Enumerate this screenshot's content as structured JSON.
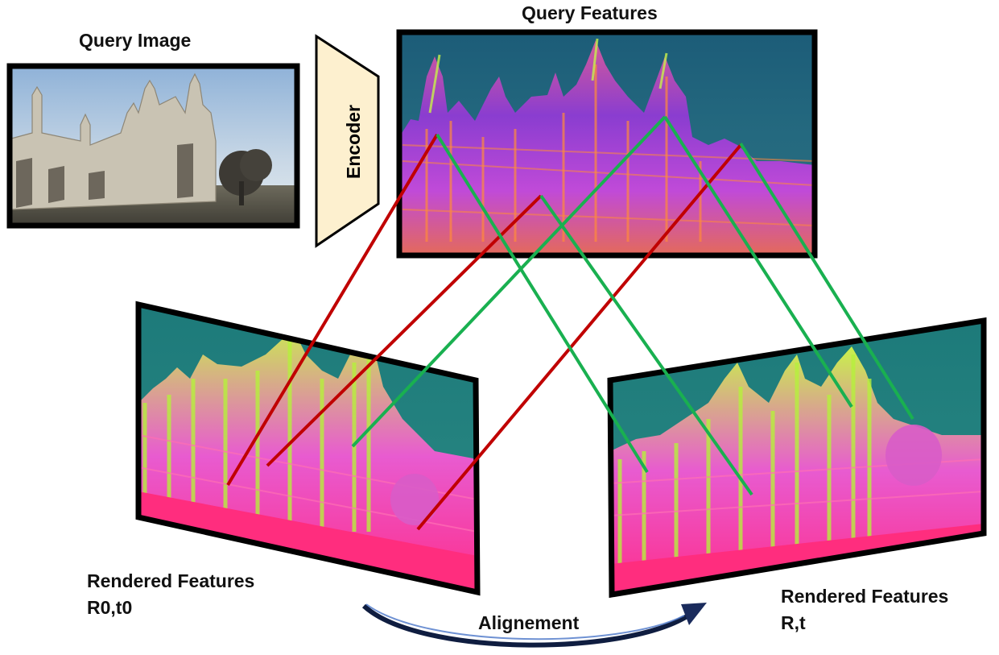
{
  "labels": {
    "query_image": "Query Image",
    "query_features": "Query Features",
    "encoder": "Encoder",
    "rendered_left_line1": "Rendered Features",
    "rendered_left_line2": "R0,t0",
    "rendered_right_line1": "Rendered Features",
    "rendered_right_line2": "R,t",
    "alignment": "Alignement"
  },
  "colors": {
    "correspondence_red": "#c00000",
    "correspondence_green": "#19b050",
    "encoder_fill": "#fdf0cf",
    "arrow_dark": "#1a2b5c",
    "arrow_light": "#4a76c8",
    "frame": "#000000"
  }
}
